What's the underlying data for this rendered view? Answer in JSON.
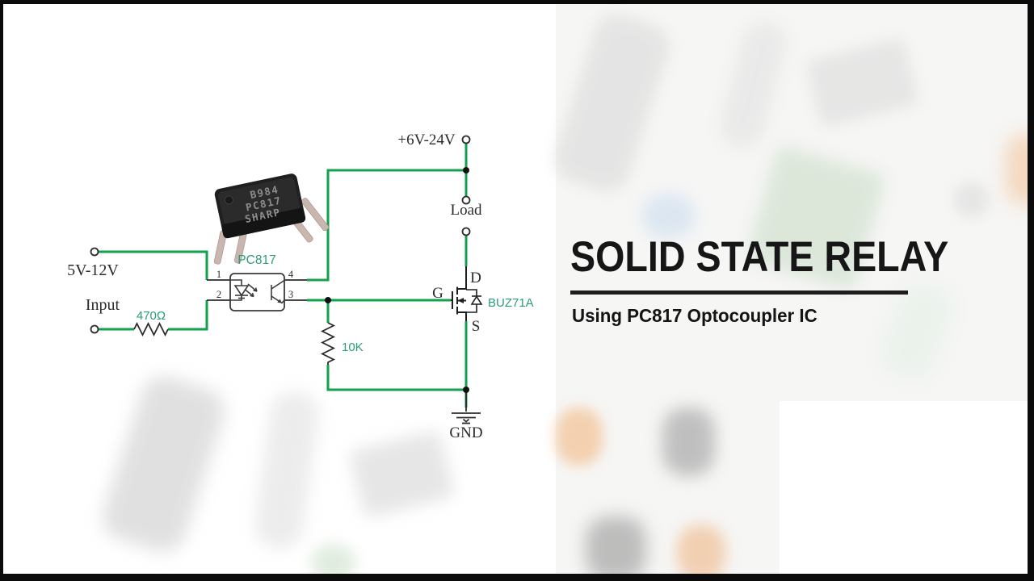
{
  "title_block": {
    "title": "SOLID STATE RELAY",
    "subtitle": "Using PC817 Optocoupler IC"
  },
  "schematic": {
    "labels": {
      "supply": "+6V-24V",
      "load": "Load",
      "input_supply": "5V-12V",
      "input": "Input",
      "ground": "GND",
      "gate": "G",
      "drain": "D",
      "source": "S",
      "input_resistor": "470Ω",
      "pulldown_resistor": "10K",
      "optocoupler": "PC817",
      "mosfet": "BUZ71A"
    },
    "pins": {
      "anode": "1",
      "cathode": "2",
      "collector": "4",
      "emitter": "3"
    },
    "colors": {
      "wire": "#12a24b",
      "component_label": "#2d9c72",
      "ink": "#2b2b2b"
    }
  },
  "chip_photo": {
    "marking_line1": "B984",
    "marking_line2": "PC817",
    "marking_line3": "SHARP"
  }
}
